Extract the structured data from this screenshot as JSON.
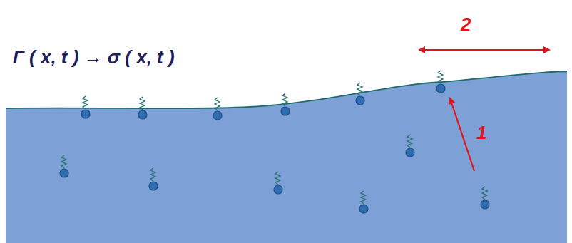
{
  "diagram": {
    "labels": [
      "Γ ( x, t ) → σ ( x, t )",
      "2",
      "1"
    ]
  }
}
